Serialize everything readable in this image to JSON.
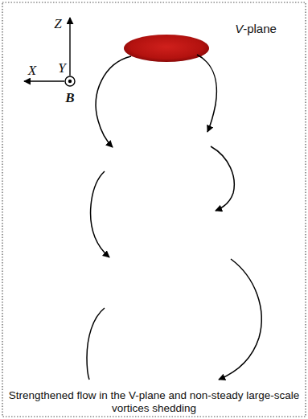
{
  "diagram": {
    "caption": "Strengthened flow in the V-plane and non-steady large-scale vortices shedding",
    "labels": [
      "Z",
      "X",
      "Y",
      "B",
      "V-plane"
    ]
  }
}
